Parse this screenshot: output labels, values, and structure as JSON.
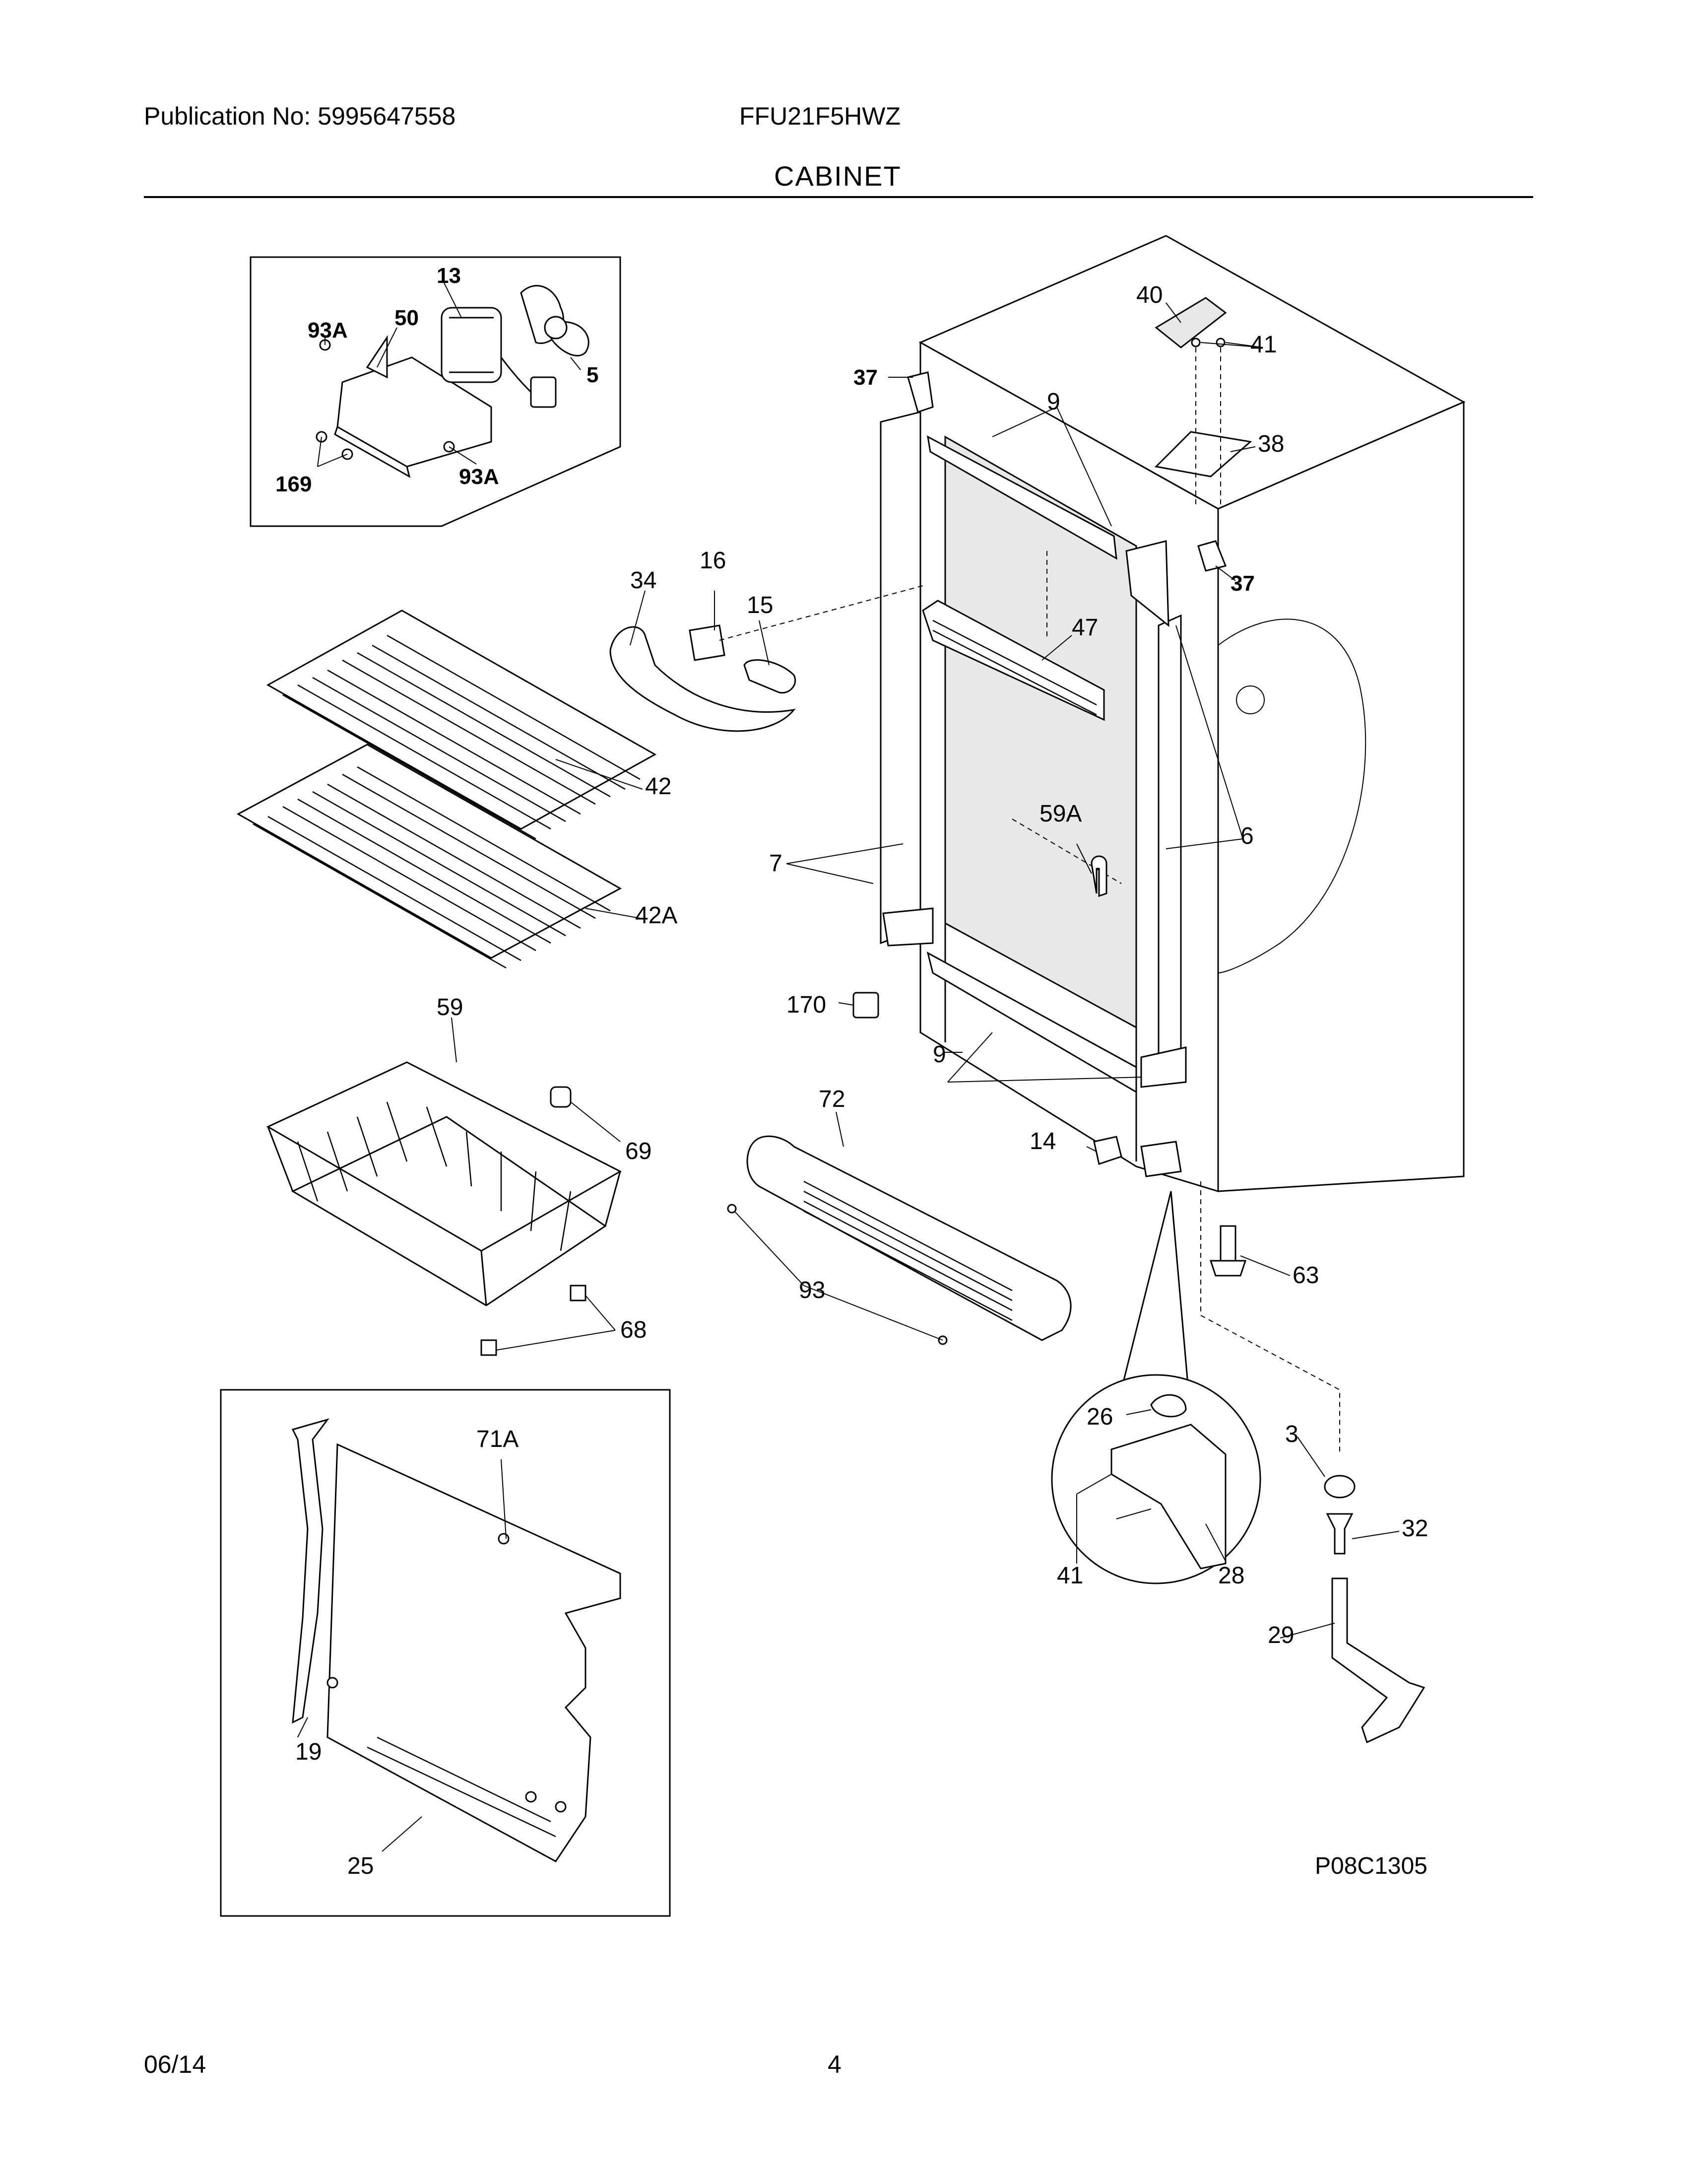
{
  "header": {
    "publication": "Publication No: 5995647558",
    "model": "FFU21F5HWZ",
    "section": "CABINET"
  },
  "footer": {
    "date": "06/14",
    "page": "4"
  },
  "drawing_code": "P08C1305",
  "callouts": {
    "c13": "13",
    "c50": "50",
    "c93A_a": "93A",
    "c5": "5",
    "c169": "169",
    "c93A_b": "93A",
    "c40": "40",
    "c41_top": "41",
    "c37_left": "37",
    "c9_top": "9",
    "c38": "38",
    "c37_right": "37",
    "c34": "34",
    "c16": "16",
    "c15": "15",
    "c47": "47",
    "c42": "42",
    "c42A": "42A",
    "c59A": "59A",
    "c7": "7",
    "c6": "6",
    "c170": "170",
    "c59": "59",
    "c9_bottom": "9",
    "c72": "72",
    "c69": "69",
    "c14": "14",
    "c63": "63",
    "c93": "93",
    "c68": "68",
    "c71A": "71A",
    "c26": "26",
    "c3": "3",
    "c32": "32",
    "c41_bottom": "41",
    "c28": "28",
    "c29": "29",
    "c19": "19",
    "c25": "25"
  }
}
